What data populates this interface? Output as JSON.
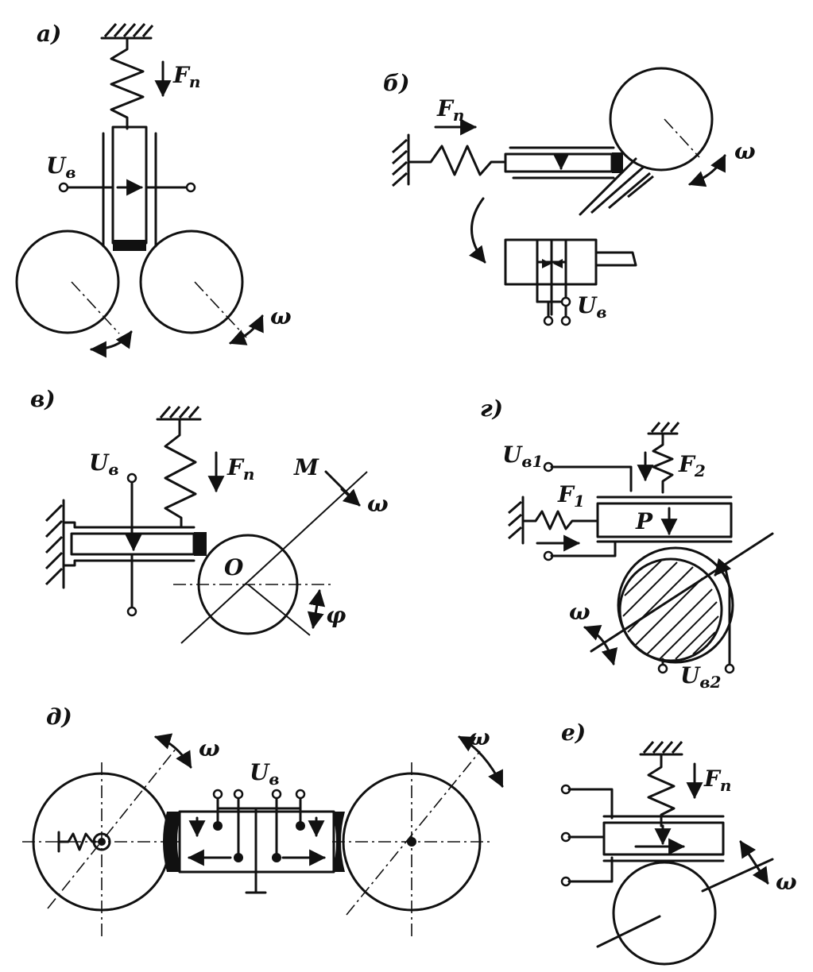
{
  "panels": [
    {
      "id": "a",
      "tag": "а)",
      "labels": {
        "force": "F",
        "force_sub": "n",
        "voltage": "U",
        "voltage_sub": "в",
        "omega": "ω"
      }
    },
    {
      "id": "b",
      "tag": "б)",
      "labels": {
        "force": "F",
        "force_sub": "n",
        "voltage": "U",
        "voltage_sub": "в",
        "omega": "ω"
      }
    },
    {
      "id": "v",
      "tag": "в)",
      "labels": {
        "force": "F",
        "force_sub": "n",
        "voltage": "U",
        "voltage_sub": "в",
        "omega": "ω",
        "moment": "M",
        "center": "O",
        "angle": "φ"
      }
    },
    {
      "id": "g",
      "tag": "г)",
      "labels": {
        "u1": "U",
        "u1_sub": "в1",
        "u2": "U",
        "u2_sub": "в2",
        "f1": "F",
        "f1_sub": "1",
        "f2": "F",
        "f2_sub": "2",
        "pressure": "P",
        "omega": "ω"
      }
    },
    {
      "id": "d",
      "tag": "д)",
      "labels": {
        "voltage": "U",
        "voltage_sub": "в",
        "omega_left": "ω",
        "omega_right": "ω"
      }
    },
    {
      "id": "e",
      "tag": "е)",
      "labels": {
        "force": "F",
        "force_sub": "n",
        "omega": "ω"
      }
    }
  ]
}
